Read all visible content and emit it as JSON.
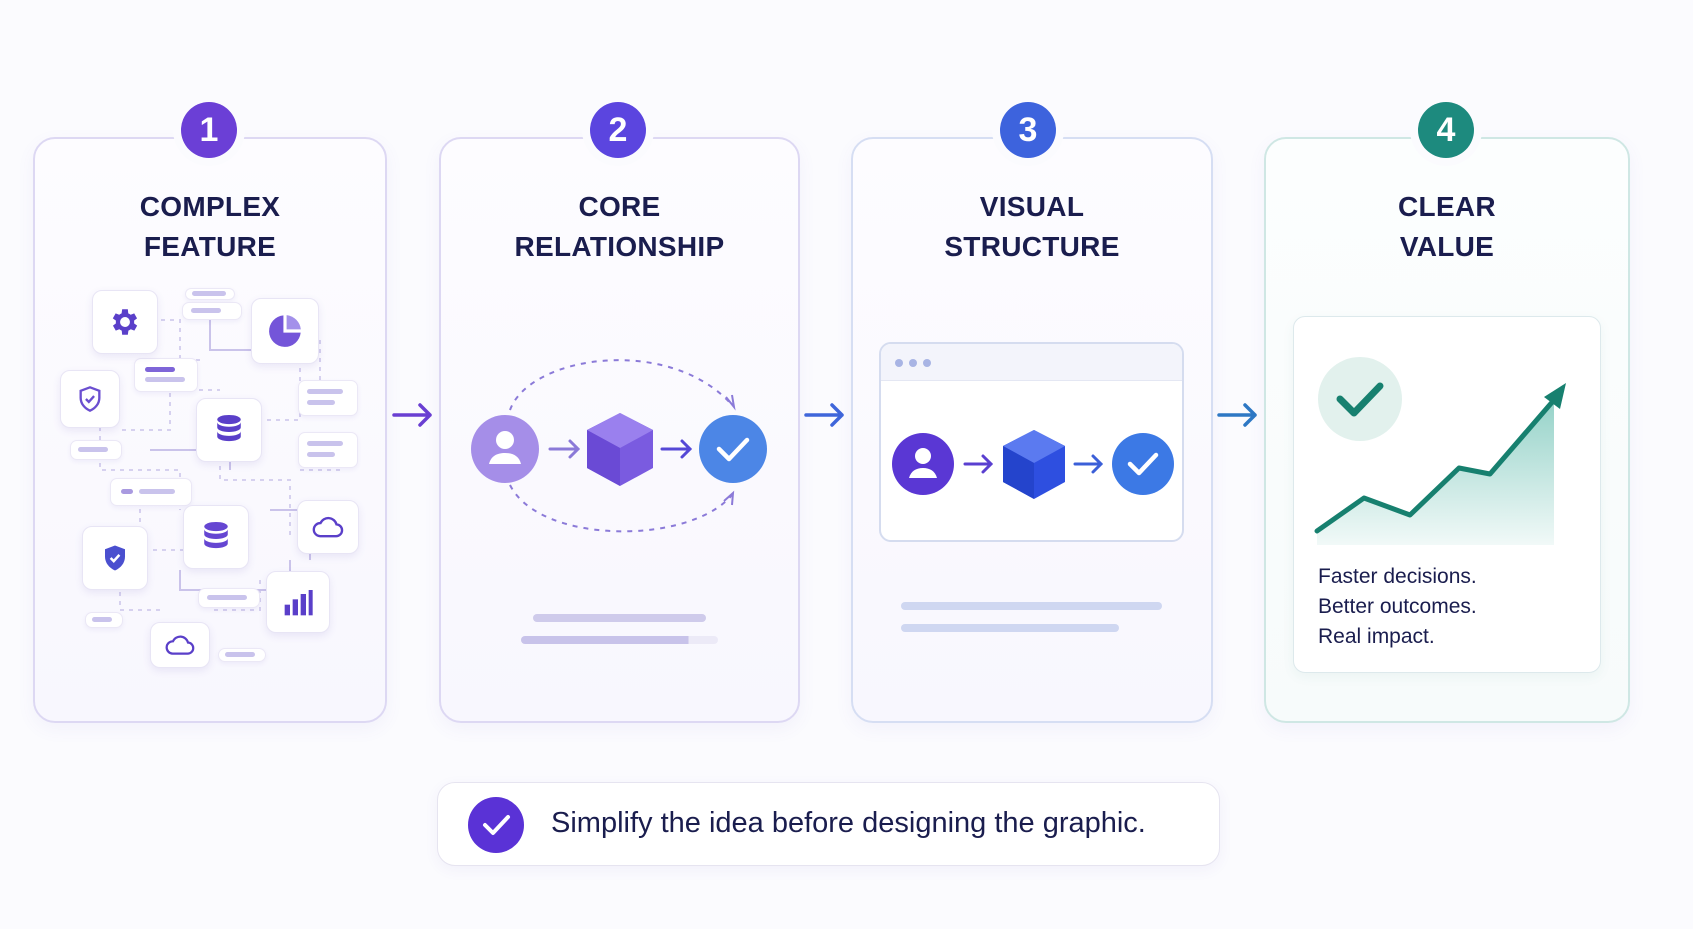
{
  "steps": [
    {
      "number": "1",
      "title_line1": "COMPLEX",
      "title_line2": "FEATURE",
      "color": "#6b3fd6"
    },
    {
      "number": "2",
      "title_line1": "CORE",
      "title_line2": "RELATIONSHIP",
      "color": "#5b45df"
    },
    {
      "number": "3",
      "title_line1": "VISUAL",
      "title_line2": "STRUCTURE",
      "color": "#3d63dd"
    },
    {
      "number": "4",
      "title_line1": "CLEAR",
      "title_line2": "VALUE",
      "color": "#1d8a7e"
    }
  ],
  "value_card": {
    "lines": [
      "Faster decisions.",
      "Better outcomes.",
      "Real impact."
    ]
  },
  "callout": {
    "text": "Simplify the idea before designing the graphic."
  },
  "icons": {
    "feature_tiles": [
      "gear-icon",
      "pie-chart-icon",
      "shield-outline-icon",
      "database-icon",
      "database-icon",
      "cloud-icon",
      "shield-filled-icon",
      "bar-chart-icon",
      "cloud-icon"
    ],
    "relationship": [
      "user-icon",
      "cube-icon",
      "check-icon"
    ]
  },
  "colors": {
    "purple": "#6b3fd6",
    "indigo": "#5b45df",
    "blue": "#3d63dd",
    "teal": "#1d8a7e",
    "text": "#1a1d4e"
  }
}
